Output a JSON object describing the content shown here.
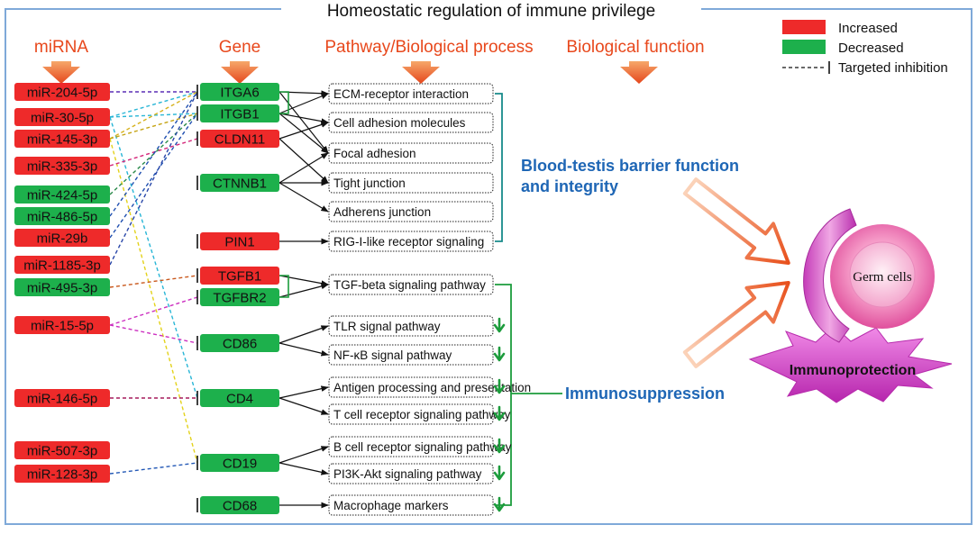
{
  "title": "Homeostatic regulation of immune privilege",
  "colors": {
    "increased": "#ee2a2a",
    "decreased": "#1db04c",
    "header": "#e8481c",
    "outcome": "#1e66b5",
    "frame": "#7fa9d9",
    "bracket_blue": "#178a8a",
    "bracket_green": "#1c9c3c",
    "magenta": "#cc2fc0"
  },
  "legend": {
    "increased": "Increased",
    "decreased": "Decreased",
    "inhibition": "Targeted inhibition"
  },
  "headers": {
    "mirna": "miRNA",
    "gene": "Gene",
    "pathway": "Pathway/Biological process",
    "function": "Biological function"
  },
  "mirnas": [
    {
      "label": "miR-204-5p",
      "status": "increased"
    },
    {
      "label": "miR-30-5p",
      "status": "increased"
    },
    {
      "label": "miR-145-3p",
      "status": "increased"
    },
    {
      "label": "miR-335-3p",
      "status": "increased"
    },
    {
      "label": "miR-424-5p",
      "status": "decreased"
    },
    {
      "label": "miR-486-5p",
      "status": "decreased"
    },
    {
      "label": "miR-29b",
      "status": "increased"
    },
    {
      "label": "miR-1185-3p",
      "status": "increased"
    },
    {
      "label": "miR-495-3p",
      "status": "decreased"
    },
    {
      "label": "miR-15-5p",
      "status": "increased"
    },
    {
      "label": "miR-146-5p",
      "status": "increased"
    },
    {
      "label": "miR-507-3p",
      "status": "increased"
    },
    {
      "label": "miR-128-3p",
      "status": "increased"
    }
  ],
  "genes": [
    {
      "label": "ITGA6",
      "status": "decreased"
    },
    {
      "label": "ITGB1",
      "status": "decreased"
    },
    {
      "label": "CLDN11",
      "status": "increased"
    },
    {
      "label": "CTNNB1",
      "status": "decreased"
    },
    {
      "label": "PIN1",
      "status": "increased"
    },
    {
      "label": "TGFB1",
      "status": "increased"
    },
    {
      "label": "TGFBR2",
      "status": "decreased"
    },
    {
      "label": "CD86",
      "status": "decreased"
    },
    {
      "label": "CD4",
      "status": "decreased"
    },
    {
      "label": "CD19",
      "status": "decreased"
    },
    {
      "label": "CD68",
      "status": "decreased"
    }
  ],
  "pathways": [
    {
      "label": "ECM-receptor interaction",
      "down": false
    },
    {
      "label": "Cell adhesion molecules",
      "down": false
    },
    {
      "label": "Focal adhesion",
      "down": false
    },
    {
      "label": "Tight junction",
      "down": false
    },
    {
      "label": "Adherens junction",
      "down": false
    },
    {
      "label": "RIG-I-like receptor signaling",
      "down": false
    },
    {
      "label": "TGF-beta signaling pathway",
      "down": false
    },
    {
      "label": "TLR signal pathway",
      "down": true
    },
    {
      "label": "NF-κB signal pathway",
      "down": true
    },
    {
      "label": "Antigen processing and presentation",
      "down": true
    },
    {
      "label": "T cell receptor signaling pathway",
      "down": true
    },
    {
      "label": "B cell receptor signaling pathway",
      "down": true
    },
    {
      "label": "PI3K-Akt signaling pathway",
      "down": true
    },
    {
      "label": "Macrophage markers",
      "down": true
    }
  ],
  "outcomes": {
    "btb_line1": "Blood-testis barrier function",
    "btb_line2": "and integrity",
    "immuno": "Immunosuppression"
  },
  "cell": {
    "germ": "Germ cells",
    "protection": "Immunoprotection"
  },
  "connections": {
    "mirna_gene": [
      {
        "from": 0,
        "to": 0,
        "color": "#5b2fb5"
      },
      {
        "from": 1,
        "to": 0,
        "color": "#29b6d6"
      },
      {
        "from": 1,
        "to": 1,
        "color": "#29b6d6"
      },
      {
        "from": 1,
        "to": 8,
        "color": "#29b6d6"
      },
      {
        "from": 2,
        "to": 0,
        "color": "#d6b11c"
      },
      {
        "from": 2,
        "to": 1,
        "color": "#c5a414"
      },
      {
        "from": 2,
        "to": 9,
        "color": "#e3d21a"
      },
      {
        "from": 3,
        "to": 2,
        "color": "#d4267a"
      },
      {
        "from": 4,
        "to": 1,
        "color": "#2a8a4a"
      },
      {
        "from": 5,
        "to": 0,
        "color": "#1f4fb0"
      },
      {
        "from": 6,
        "to": 1,
        "color": "#1f4fb0"
      },
      {
        "from": 7,
        "to": 0,
        "color": "#2846a8"
      },
      {
        "from": 8,
        "to": 5,
        "color": "#c9581c"
      },
      {
        "from": 9,
        "to": 6,
        "color": "#cc2fc0"
      },
      {
        "from": 9,
        "to": 7,
        "color": "#cc2fc0"
      },
      {
        "from": 10,
        "to": 8,
        "color": "#a61c5c"
      },
      {
        "from": 12,
        "to": 9,
        "color": "#2459b6"
      }
    ],
    "gene_pathway": [
      {
        "from": 0,
        "to": 0
      },
      {
        "from": 0,
        "to": 2
      },
      {
        "from": 1,
        "to": 0
      },
      {
        "from": 1,
        "to": 1
      },
      {
        "from": 1,
        "to": 2
      },
      {
        "from": 2,
        "to": 1
      },
      {
        "from": 2,
        "to": 3
      },
      {
        "from": 3,
        "to": 2
      },
      {
        "from": 3,
        "to": 3
      },
      {
        "from": 3,
        "to": 4
      },
      {
        "from": 4,
        "to": 5
      },
      {
        "from": 5,
        "to": 6
      },
      {
        "from": 6,
        "to": 6
      },
      {
        "from": 7,
        "to": 7
      },
      {
        "from": 7,
        "to": 8
      },
      {
        "from": 8,
        "to": 9
      },
      {
        "from": 8,
        "to": 10
      },
      {
        "from": 9,
        "to": 11
      },
      {
        "from": 9,
        "to": 12
      },
      {
        "from": 10,
        "to": 13
      }
    ]
  }
}
